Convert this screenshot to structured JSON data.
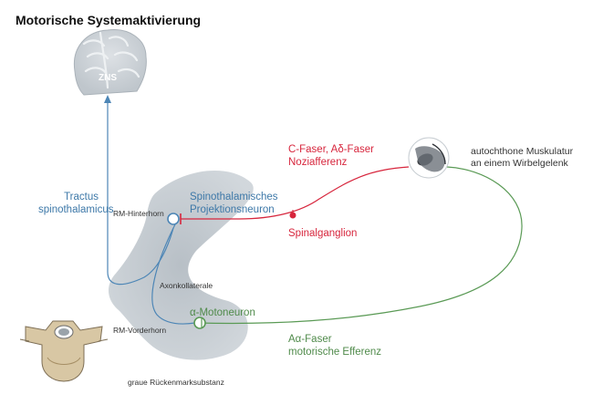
{
  "title": "Motorische Systemaktivierung",
  "labels": {
    "zns": "ZNS",
    "tractus": [
      "Tractus",
      "spinothalamicus"
    ],
    "rm_hinterhorn": "RM-Hinterhorn",
    "projektionsneuron": [
      "Spinothalamisches",
      "Projektionsneuron"
    ],
    "c_faser": [
      "C-Faser, Aδ-Faser",
      "Noziafferenz"
    ],
    "spinalganglion": "Spinalganglion",
    "muskulatur": [
      "autochthone Muskulatur",
      "an einem Wirbelgelenk"
    ],
    "axonkollaterale": "Axonkollaterale",
    "motoneuron": "α-Motoneuron",
    "rm_vorderhorn": "RM-Vorderhorn",
    "aa_faser": [
      "Aα-Faser",
      "motorische Efferenz"
    ],
    "graue_substanz": "graue Rückenmarksubstanz"
  },
  "colors": {
    "blue": "#3d78a8",
    "red": "#d7263d",
    "green": "#5a9a55",
    "gray_matter": "#bfc6cc",
    "brain": "#c9cfd5"
  }
}
